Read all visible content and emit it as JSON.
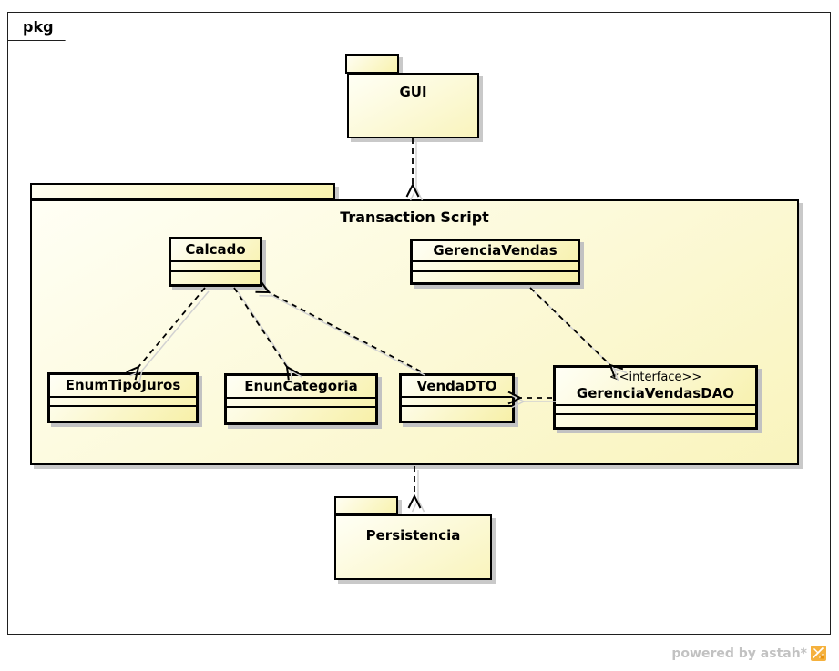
{
  "frame": {
    "label": "pkg"
  },
  "packages": {
    "gui": {
      "name": "GUI"
    },
    "transaction_script": {
      "name": "Transaction Script"
    },
    "persistencia": {
      "name": "Persistencia"
    }
  },
  "classes": [
    {
      "name": "Calcado"
    },
    {
      "name": "GerenciaVendas"
    },
    {
      "name": "EnumTipoJuros"
    },
    {
      "name": "EnunCategoria"
    },
    {
      "name": "VendaDTO"
    },
    {
      "stereotype": "<<interface>>",
      "name": "GerenciaVendasDAO"
    }
  ],
  "dependencies": [
    {
      "from": "GUI",
      "to": "Transaction Script",
      "style": "dashed-open-arrow"
    },
    {
      "from": "Transaction Script",
      "to": "Persistencia",
      "style": "dashed-open-arrow"
    },
    {
      "from": "Calcado",
      "to": "EnumTipoJuros",
      "style": "dashed-open-arrow"
    },
    {
      "from": "Calcado",
      "to": "EnunCategoria",
      "style": "dashed-open-arrow"
    },
    {
      "from": "VendaDTO",
      "to": "Calcado",
      "style": "dashed-open-arrow"
    },
    {
      "from": "GerenciaVendas",
      "to": "GerenciaVendasDAO",
      "style": "dashed-open-arrow"
    },
    {
      "from": "GerenciaVendasDAO",
      "to": "VendaDTO",
      "style": "dashed-open-arrow"
    }
  ],
  "colors": {
    "fill_light": "#fffff6",
    "fill_yellow": "#f7f0a8",
    "shadow": "#c9c9c9",
    "border": "#000000",
    "credit_text": "#c2c2c2",
    "logo_orange": "#f5b13d"
  },
  "footer": {
    "credit": "powered by astah*"
  }
}
